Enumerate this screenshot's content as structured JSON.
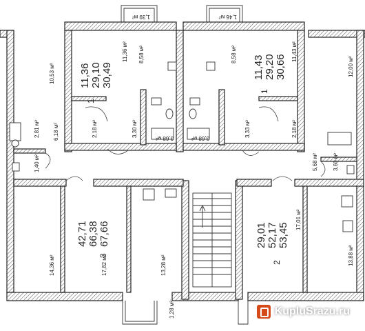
{
  "plan": {
    "apartments": [
      {
        "number": "1",
        "areas": [
          "11,36",
          "29,10",
          "30,49"
        ]
      },
      {
        "number": "1",
        "areas": [
          "11,43",
          "29,20",
          "30,66"
        ]
      },
      {
        "number": "3",
        "areas": [
          "42,71",
          "66,38",
          "67,66"
        ]
      },
      {
        "number": "2",
        "areas": [
          "29,01",
          "52,17",
          "53,45"
        ]
      }
    ],
    "rooms": {
      "balcony_left": "1,39 м²",
      "balcony_right": "1,46 м²",
      "top_left_room": "11,36 м²",
      "top_left_kitchen": "8,58 м²",
      "top_right_kitchen": "8,58 м²",
      "top_right_room": "11,43 м²",
      "left_room_1053": "10,53 м²",
      "right_room_1200": "12,00 м²",
      "bath_281": "2,81 м²",
      "corridor_618": "6,18 м²",
      "wc_140": "1,40 м²",
      "hall_218_left": "2,18 м²",
      "hall_330": "3,30 м²",
      "bath_368_left": "3,68 м²",
      "bath_368_right": "3,68 м²",
      "hall_333": "3,33 м²",
      "hall_218_right": "2,18 м²",
      "corridor_568": "5,68 м²",
      "wc_360": "3,60 м²",
      "room_1436": "14,36 м²",
      "corridor_1782": "17,82 м²",
      "kitchen_1328": "13,28 м²",
      "balcony_128": "1,28 м²",
      "corridor_1701": "17,01 м²",
      "room_1388": "13,88 м²"
    }
  },
  "watermark": {
    "text": "KupluSrazu.ru",
    "icon": "kuplusrazu-logo-icon"
  }
}
